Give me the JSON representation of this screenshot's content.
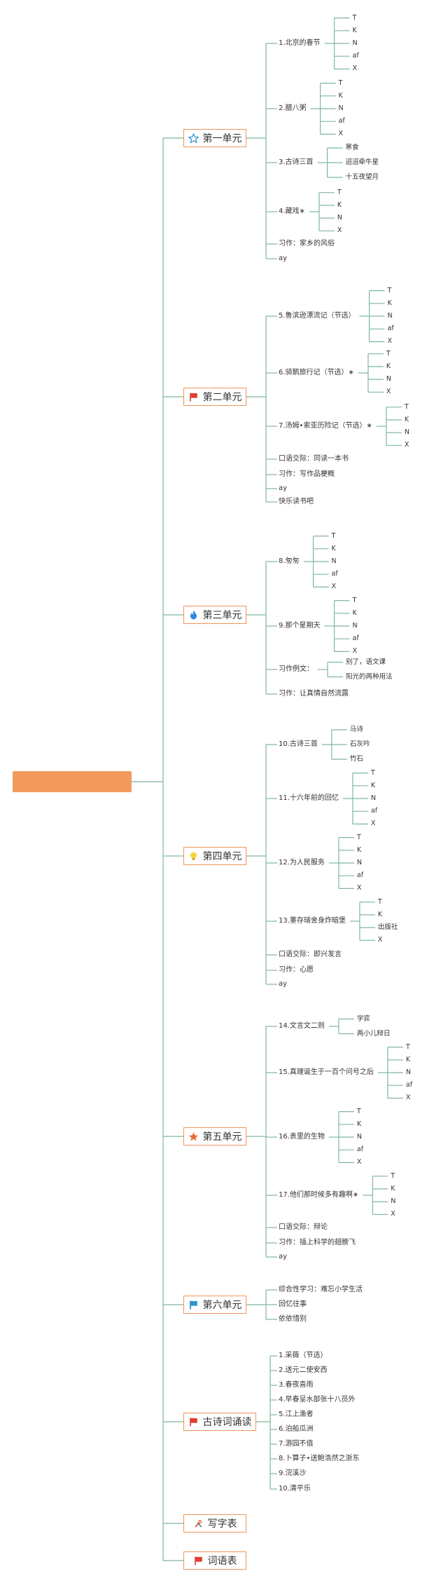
{
  "title": "小学语文六年级下册",
  "colors": {
    "root_fill": "#f19a5c",
    "unit_border": "#f0955a",
    "line": "#7fb89a"
  },
  "units": [
    {
      "label": "第一单元",
      "icon": "star-outline-icon",
      "children": [
        {
          "label": "1.北京的春节",
          "children": [
            "T",
            "K",
            "N",
            "af",
            "X"
          ]
        },
        {
          "label": "2.腊八粥",
          "children": [
            "T",
            "K",
            "N",
            "af",
            "X"
          ]
        },
        {
          "label": "3.古诗三首",
          "children": [
            "寒食",
            "迢迢牵牛星",
            "十五夜望月"
          ]
        },
        {
          "label": "4.藏戏∗",
          "children": [
            "T",
            "K",
            "N",
            "X"
          ]
        },
        {
          "label": "习作：家乡的风俗"
        },
        {
          "label": "ay"
        }
      ]
    },
    {
      "label": "第二单元",
      "icon": "flag-icon",
      "children": [
        {
          "label": "5.鲁滨逊漂流记（节选）",
          "children": [
            "T",
            "K",
            "N",
            "af",
            "X"
          ]
        },
        {
          "label": "6.骑鹅旅行记（节选）∗",
          "children": [
            "T",
            "K",
            "N",
            "X"
          ]
        },
        {
          "label": "7.汤姆•索亚历险记（节选）∗",
          "children": [
            "T",
            "K",
            "N",
            "X"
          ]
        },
        {
          "label": "口语交际：同读一本书"
        },
        {
          "label": "习作：写作品梗概"
        },
        {
          "label": "ay"
        },
        {
          "label": "快乐读书吧"
        }
      ]
    },
    {
      "label": "第三单元",
      "icon": "flame-icon",
      "children": [
        {
          "label": "8.匆匆",
          "children": [
            "T",
            "K",
            "N",
            "af",
            "X"
          ]
        },
        {
          "label": "9.那个星期天",
          "children": [
            "T",
            "K",
            "N",
            "af",
            "X"
          ]
        },
        {
          "label": "习作例文：",
          "children": [
            "别了，语文课",
            "阳光的两种用法"
          ]
        },
        {
          "label": "习作：让真情自然流露"
        }
      ]
    },
    {
      "label": "第四单元",
      "icon": "lightbulb-icon",
      "children": [
        {
          "label": "10.古诗三首",
          "children": [
            "马诗",
            "石灰吟",
            "竹石"
          ]
        },
        {
          "label": "11.十六年前的回忆",
          "children": [
            "T",
            "K",
            "N",
            "af",
            "X"
          ]
        },
        {
          "label": "12.为人民服务",
          "children": [
            "T",
            "K",
            "N",
            "af",
            "X"
          ]
        },
        {
          "label": "13.董存瑞舍身炸暗堡",
          "children": [
            "T",
            "K",
            "出版社",
            "X"
          ]
        },
        {
          "label": "口语交际：即兴发言"
        },
        {
          "label": "习作：心愿"
        },
        {
          "label": "ay"
        }
      ]
    },
    {
      "label": "第五单元",
      "icon": "star-filled-icon",
      "children": [
        {
          "label": "14.文言文二则",
          "children": [
            "学弈",
            "两小儿辩日"
          ]
        },
        {
          "label": "15.真理诞生于一百个问号之后",
          "children": [
            "T",
            "K",
            "N",
            "af",
            "X"
          ]
        },
        {
          "label": "16.表里的生物",
          "children": [
            "T",
            "K",
            "N",
            "af",
            "X"
          ]
        },
        {
          "label": "17.他们那时候多有趣啊∗",
          "children": [
            "T",
            "K",
            "N",
            "X"
          ]
        },
        {
          "label": "口语交际：辩论"
        },
        {
          "label": "习作：插上科学的翅膀飞"
        },
        {
          "label": "ay"
        }
      ]
    },
    {
      "label": "第六单元",
      "icon": "blue-flag-icon",
      "children": [
        {
          "label": "综合性学习：难忘小学生活"
        },
        {
          "label": "回忆往事"
        },
        {
          "label": "依依惜别"
        }
      ]
    },
    {
      "label": "古诗词诵读",
      "icon": "flag-icon",
      "children": [
        {
          "label": "1.采薇（节选）"
        },
        {
          "label": "2.送元二使安西"
        },
        {
          "label": "3.春夜喜雨"
        },
        {
          "label": "4.早春呈水部张十八员外"
        },
        {
          "label": "5.江上渔者"
        },
        {
          "label": "6.泊船瓜洲"
        },
        {
          "label": "7.游园不值"
        },
        {
          "label": "8.卜算子•送鲍浩然之浙东"
        },
        {
          "label": "9.浣溪沙"
        },
        {
          "label": "10.清平乐"
        }
      ]
    },
    {
      "label": "写字表",
      "icon": "tools-icon",
      "children": []
    },
    {
      "label": "词语表",
      "icon": "flag-icon",
      "children": []
    }
  ]
}
